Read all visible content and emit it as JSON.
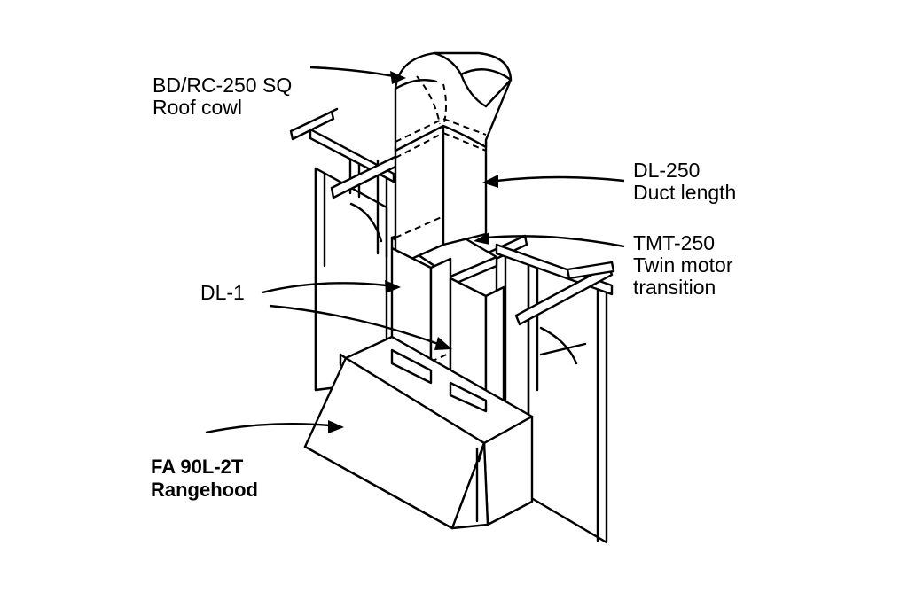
{
  "labels": {
    "roof_cowl": {
      "code": "BD/RC-250 SQ",
      "desc": "Roof cowl"
    },
    "duct_length": {
      "code": "DL-250",
      "desc": "Duct length"
    },
    "twin_motor": {
      "code": "TMT-250",
      "desc1": "Twin motor",
      "desc2": "transition"
    },
    "dl1": {
      "code": "DL-1"
    },
    "rangehood": {
      "code": "FA 90L-2T",
      "desc": "Rangehood"
    }
  }
}
